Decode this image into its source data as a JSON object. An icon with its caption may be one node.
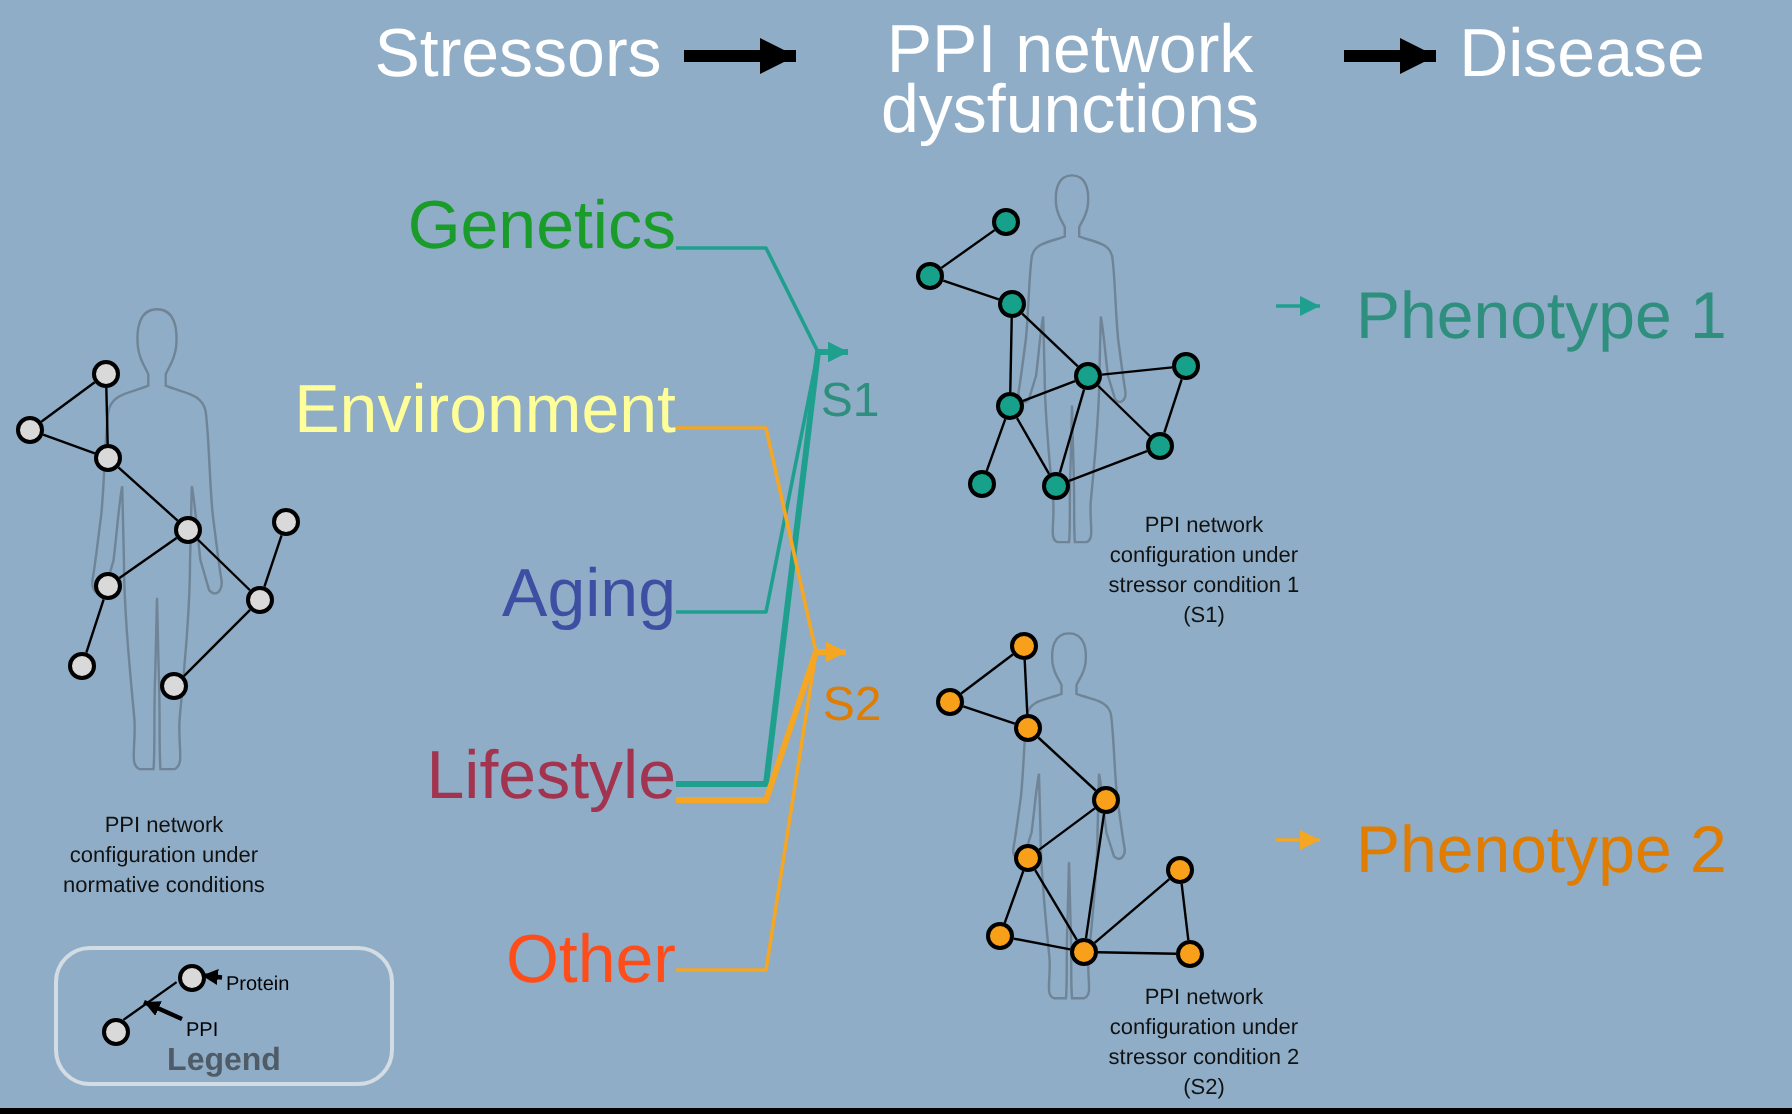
{
  "diagram": {
    "nodes": [
      {
        "text": [
          "Stressors"
        ]
      },
      {
        "text": [
          "PPI network dysfunctions"
        ]
      },
      {
        "text": [
          "Disease"
        ]
      },
      {
        "text": [
          "Genetics"
        ]
      },
      {
        "text": [
          "Environment"
        ]
      },
      {
        "text": [
          "Aging"
        ]
      },
      {
        "text": [
          "Lifestyle"
        ]
      },
      {
        "text": [
          "Other"
        ]
      },
      {
        "text": [
          "S1"
        ]
      },
      {
        "text": [
          "S2"
        ]
      },
      {
        "text": [
          "Phenotype 1"
        ]
      },
      {
        "text": [
          "Phenotype 2"
        ]
      },
      {
        "text": [],
        "shape": "circle"
      },
      {
        "text": [],
        "shape": "circle"
      },
      {
        "text": [],
        "shape": "circle"
      },
      {
        "text": [],
        "shape": "circle"
      },
      {
        "text": [],
        "shape": "circle"
      },
      {
        "text": [],
        "shape": "circle"
      },
      {
        "text": [],
        "shape": "circle"
      },
      {
        "text": [],
        "shape": "circle"
      },
      {
        "text": [],
        "shape": "circle"
      },
      {
        "text": [],
        "shape": "circle"
      },
      {
        "text": [],
        "shape": "circle"
      },
      {
        "text": [],
        "shape": "circle"
      },
      {
        "text": [],
        "shape": "circle"
      },
      {
        "text": [],
        "shape": "circle"
      },
      {
        "text": [],
        "shape": "circle"
      },
      {
        "text": [],
        "shape": "circle"
      },
      {
        "text": [],
        "shape": "circle"
      },
      {
        "text": [],
        "shape": "circle"
      },
      {
        "text": [],
        "shape": "circle"
      },
      {
        "text": [],
        "shape": "circle"
      },
      {
        "text": [],
        "shape": "circle"
      },
      {
        "text": [],
        "shape": "circle"
      },
      {
        "text": [],
        "shape": "circle"
      },
      {
        "text": [],
        "shape": "circle"
      },
      {
        "text": [],
        "shape": "circle"
      },
      {
        "text": [],
        "shape": "circle"
      },
      {
        "text": [],
        "shape": "circle"
      },
      {
        "text": [
          "Legend"
        ]
      },
      {
        "text": [],
        "shape": "circle",
        "in": 39
      },
      {
        "text": [],
        "shape": "circle",
        "in": 39
      },
      {
        "text": [
          "Protein"
        ],
        "in": 39
      },
      {
        "text": [
          "PPI"
        ],
        "in": 39
      }
    ],
    "edges": [
      {
        "from": 0,
        "to": 1,
        "arrow": "to",
        "style": "thick"
      },
      {
        "from": 1,
        "to": 2,
        "arrow": "to",
        "style": "thick"
      },
      {
        "from": 3,
        "to": 8,
        "arrow": "to",
        "color": "#1fa08e"
      },
      {
        "from": 5,
        "to": 8,
        "arrow": "to",
        "color": "#1fa08e"
      },
      {
        "from": 6,
        "to": 8,
        "arrow": "to",
        "color": "#1fa08e",
        "style": "thick"
      },
      {
        "from": 4,
        "to": 9,
        "arrow": "to",
        "color": "#f5a623"
      },
      {
        "from": 6,
        "to": 9,
        "arrow": "to",
        "color": "#f5a623",
        "style": "thick"
      },
      {
        "from": 7,
        "to": 9,
        "arrow": "to",
        "color": "#f5a623"
      },
      {
        "from": null,
        "to": 10,
        "arrow": "to",
        "color": "#1fa08e"
      },
      {
        "from": null,
        "to": 11,
        "arrow": "to",
        "color": "#f5a623"
      },
      {
        "from": 12,
        "to": 13,
        "arrow": "none"
      },
      {
        "from": 13,
        "to": 14,
        "arrow": "none"
      },
      {
        "from": 12,
        "to": 14,
        "arrow": "none"
      },
      {
        "from": 14,
        "to": 15,
        "arrow": "none"
      },
      {
        "from": 15,
        "to": 16,
        "arrow": "none"
      },
      {
        "from": 16,
        "to": 19,
        "arrow": "none"
      },
      {
        "from": 15,
        "to": 18,
        "arrow": "none"
      },
      {
        "from": 17,
        "to": 18,
        "arrow": "none"
      },
      {
        "from": 18,
        "to": 20,
        "arrow": "none"
      },
      {
        "from": 21,
        "to": 22,
        "arrow": "none"
      },
      {
        "from": 22,
        "to": 23,
        "arrow": "none"
      },
      {
        "from": 23,
        "to": 24,
        "arrow": "none"
      },
      {
        "from": 23,
        "to": 26,
        "arrow": "none"
      },
      {
        "from": 26,
        "to": 24,
        "arrow": "none"
      },
      {
        "from": 24,
        "to": 25,
        "arrow": "none"
      },
      {
        "from": 25,
        "to": 27,
        "arrow": "none"
      },
      {
        "from": 24,
        "to": 27,
        "arrow": "none"
      },
      {
        "from": 26,
        "to": 28,
        "arrow": "none"
      },
      {
        "from": 26,
        "to": 29,
        "arrow": "none"
      },
      {
        "from": 24,
        "to": 29,
        "arrow": "none"
      },
      {
        "from": 29,
        "to": 27,
        "arrow": "none"
      },
      {
        "from": 30,
        "to": 31,
        "arrow": "none"
      },
      {
        "from": 31,
        "to": 32,
        "arrow": "none"
      },
      {
        "from": 30,
        "to": 32,
        "arrow": "none"
      },
      {
        "from": 32,
        "to": 33,
        "arrow": "none"
      },
      {
        "from": 33,
        "to": 34,
        "arrow": "none"
      },
      {
        "from": 34,
        "to": 36,
        "arrow": "none"
      },
      {
        "from": 34,
        "to": 37,
        "arrow": "none"
      },
      {
        "from": 33,
        "to": 37,
        "arrow": "none"
      },
      {
        "from": 36,
        "to": 37,
        "arrow": "none"
      },
      {
        "from": 37,
        "to": 35,
        "arrow": "none"
      },
      {
        "from": 35,
        "to": 38,
        "arrow": "none"
      },
      {
        "from": 37,
        "to": 38,
        "arrow": "none"
      },
      {
        "from": 40,
        "to": 41,
        "arrow": "none"
      },
      {
        "from": 42,
        "to": 41,
        "arrow": "to"
      },
      {
        "from": 43,
        "to": null,
        "arrow": "to"
      }
    ],
    "labels": [
      "PPI network configuration under normative conditions",
      "PPI network configuration under stressor condition 1 (S1)",
      "PPI network configuration under stressor condition 2 (S2)"
    ]
  }
}
